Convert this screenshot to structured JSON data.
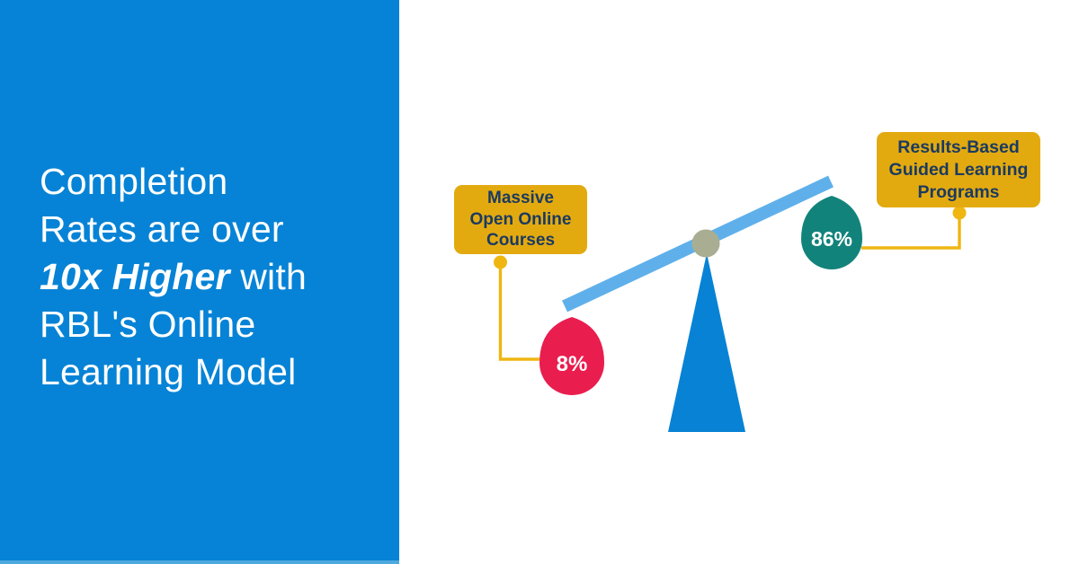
{
  "headline": {
    "line1": "Completion",
    "line2": "Rates are over",
    "line3_em": "10x Higher",
    "line3_rest": " with",
    "line4": "RBL's Online",
    "line5": "Learning Model"
  },
  "scale": {
    "left": {
      "label_lines": [
        "Massive",
        "Open Online",
        "Courses"
      ],
      "value": "8%"
    },
    "right": {
      "label_lines": [
        "Results-Based",
        "Guided Learning",
        "Programs"
      ],
      "value": "86%"
    }
  },
  "colors": {
    "panel_blue": "#0683D6",
    "panel_edge_blue": "#4FA8DE",
    "beam_blue": "#5FB0EA",
    "fulcrum_blue": "#0882D4",
    "pivot_olive": "#A9AE92",
    "drop_red": "#E91D4E",
    "drop_teal": "#12837B",
    "label_gold": "#E3AA10",
    "connector_yellow": "#EFB612",
    "label_navy": "#1B3A60",
    "headline_white": "#FFFFFF"
  }
}
